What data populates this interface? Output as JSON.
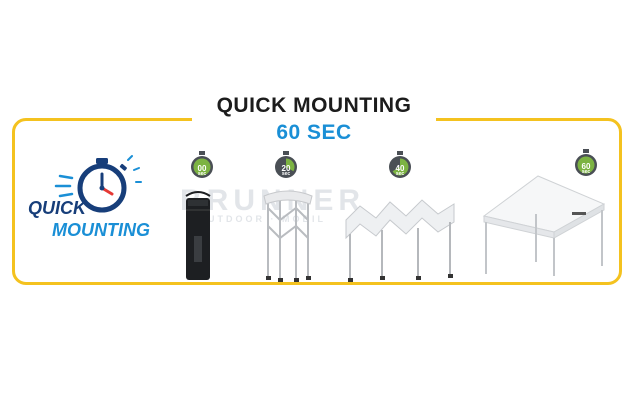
{
  "header": {
    "title": "QUICK MOUNTING",
    "subtitle": "60 SEC"
  },
  "logo": {
    "line1": "QUICK",
    "line2": "MOUNTING",
    "icon": "stopwatch-icon"
  },
  "watermark": {
    "brand": "BRUNNER",
    "sub": "OUTDOOR · MOBIL"
  },
  "stages": [
    {
      "time": "00",
      "unit": "sec",
      "icon": "timer-icon",
      "object": "tent-carry-bag"
    },
    {
      "time": "20",
      "unit": "sec",
      "icon": "timer-icon",
      "object": "folded-frame"
    },
    {
      "time": "40",
      "unit": "sec",
      "icon": "timer-icon",
      "object": "expanded-frame"
    },
    {
      "time": "60",
      "unit": "sec",
      "icon": "timer-icon",
      "object": "assembled-gazebo"
    }
  ],
  "colors": {
    "frame": "#f4c21f",
    "title": "#1c1c1c",
    "accent": "#1a8fd6",
    "navy": "#173e7a",
    "timer_green": "#7cb342",
    "timer_dark": "#4a4f55"
  }
}
